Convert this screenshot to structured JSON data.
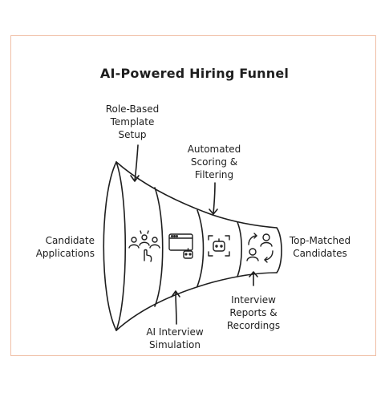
{
  "title": "AI-Powered Hiring Funnel",
  "labels": {
    "template": [
      "Role-Based",
      "Template",
      "Setup"
    ],
    "scoring": [
      "Automated",
      "Scoring &",
      "Filtering"
    ],
    "applications": [
      "Candidate",
      "Applications"
    ],
    "matched": [
      "Top-Matched",
      "Candidates"
    ],
    "reports": [
      "Interview",
      "Reports &",
      "Recordings"
    ],
    "simulation": [
      "AI Interview",
      "Simulation"
    ]
  },
  "stages": [
    {
      "name": "Candidate Applications",
      "icon": "people-select-icon"
    },
    {
      "name": "AI Interview Simulation",
      "icon": "browser-bot-icon"
    },
    {
      "name": "Automated Scoring & Filtering",
      "icon": "bot-scan-icon"
    },
    {
      "name": "Interview Reports & Recordings",
      "icon": "users-exchange-icon"
    }
  ],
  "colors": {
    "stroke": "#1e1e1e",
    "frame": "#f0bfa6",
    "background": "#ffffff"
  }
}
